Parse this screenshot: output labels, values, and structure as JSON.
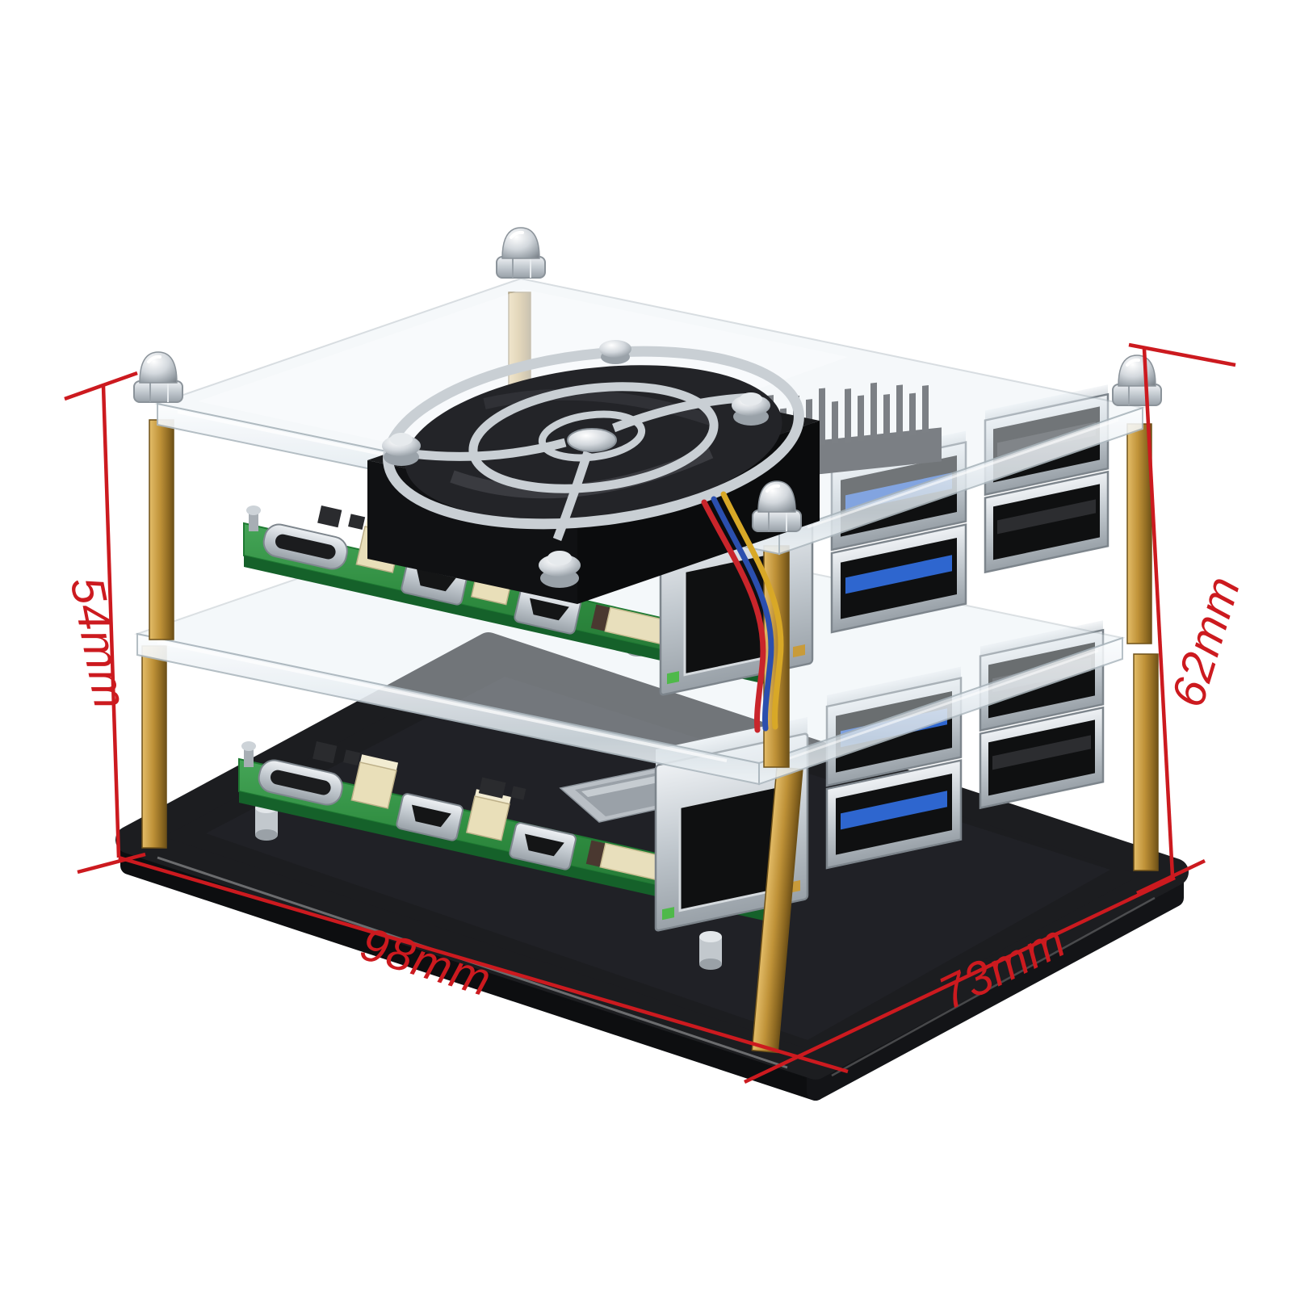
{
  "scene": {
    "background_color": "#ffffff",
    "subject": "Two-layer clear acrylic stacking case holding two Raspberry Pi boards with a top cooling fan, heatsink, brass standoffs and a black acrylic base, annotated with red dimension lines"
  },
  "dimension_labels": {
    "left_height": "54mm",
    "right_height": "62mm",
    "front_width": "98mm",
    "side_depth": "73mm"
  },
  "colors": {
    "annotation_red": "#cc1a1f",
    "pcb_green": "#2e8b3f",
    "pcb_edge_green": "#15612a",
    "brass": "#b98c33",
    "usb3_blue": "#2e66cf",
    "base_black": "#17181b",
    "chrome": "#c7cdd2",
    "acrylic_tint": "#e9f0f4",
    "fan_black": "#17181a",
    "connector_beige": "#e9dfb9"
  },
  "parts": [
    "chrome acorn nuts",
    "clear acrylic top plate",
    "cooling fan with chrome wire grill",
    "black heatsink fins",
    "fan wires (red, blue, yellow)",
    "brass hex standoffs",
    "upper Raspberry Pi board",
    "clear acrylic middle plate",
    "lower Raspberry Pi board",
    "black acrylic base plate",
    "Ethernet port",
    "USB 3.0 ports",
    "USB 2.0 ports",
    "USB-C power port",
    "micro HDMI ports",
    "metal SoC heat spreader",
    "FPC ribbon connectors"
  ]
}
